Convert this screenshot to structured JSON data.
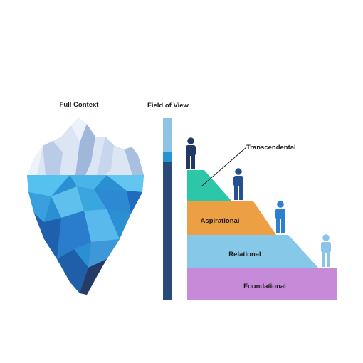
{
  "titles": {
    "iceberg": "Full Context",
    "field_of_view": "Field of View"
  },
  "levels": {
    "transcendental": "Transcendental",
    "aspirational": "Aspirational",
    "relational": "Relational",
    "foundational": "Foundational"
  },
  "colors": {
    "transcendental": "#2cc7a8",
    "aspirational": "#eca043",
    "relational": "#86c8e7",
    "foundational": "#c68ad9",
    "bar_dark": "#2a4a77",
    "bar_mid": "#2793d2",
    "bar_light": "#8ec3e5"
  }
}
